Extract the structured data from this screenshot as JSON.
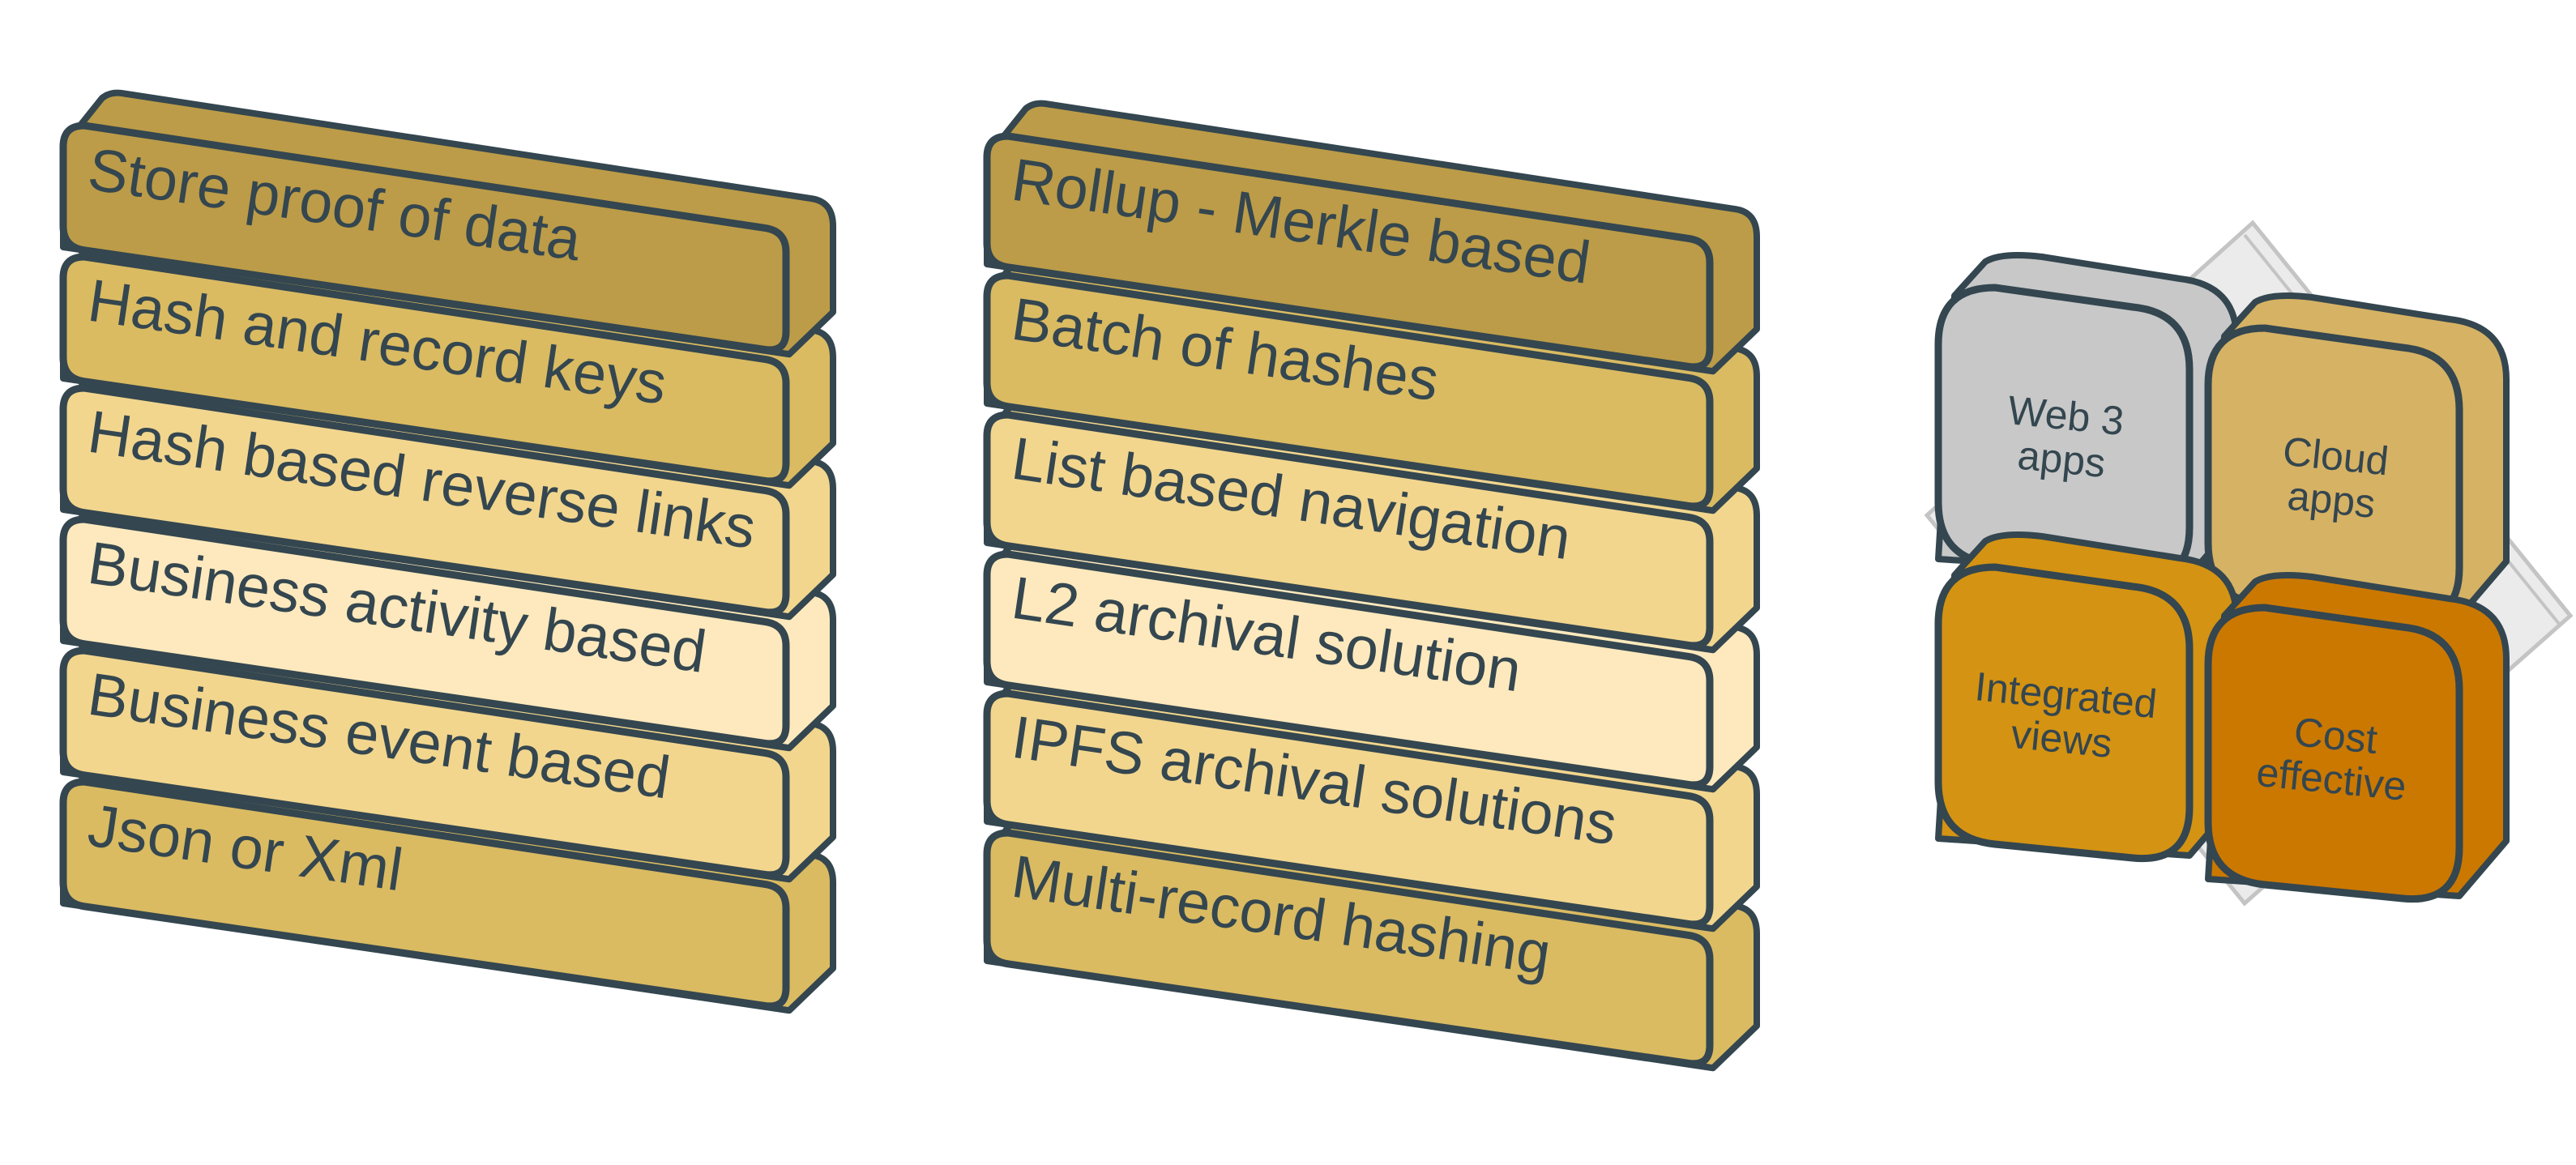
{
  "diagram": {
    "stacks": [
      {
        "name": "data-proof-stack",
        "layers": [
          {
            "label": "Store proof of data",
            "color": "#bc9c48"
          },
          {
            "label": "Hash and record keys",
            "color": "#dabb62"
          },
          {
            "label": "Hash based reverse links",
            "color": "#f2d68e"
          },
          {
            "label": "Business activity based",
            "color": "#fde9bd"
          },
          {
            "label": "Business event based",
            "color": "#f2d68e"
          },
          {
            "label": "Json or Xml",
            "color": "#dabb62"
          }
        ]
      },
      {
        "name": "rollup-stack",
        "layers": [
          {
            "label": "Rollup - Merkle based",
            "color": "#bc9c48"
          },
          {
            "label": "Batch of hashes",
            "color": "#dabb62"
          },
          {
            "label": "List based navigation",
            "color": "#f2d68e"
          },
          {
            "label": "L2 archival solution",
            "color": "#fde9bd"
          },
          {
            "label": "IPFS archival solutions",
            "color": "#f2d68e"
          },
          {
            "label": "Multi-record hashing",
            "color": "#dabb62"
          }
        ]
      }
    ],
    "grid": {
      "tiles": [
        {
          "line1": "Web 3",
          "line2": "apps",
          "color": "#c8c8c8"
        },
        {
          "line1": "Cloud",
          "line2": "apps",
          "color": "#d6b264"
        },
        {
          "line1": "Integrated",
          "line2": "views",
          "color": "#d49312"
        },
        {
          "line1": "Cost",
          "line2": "effective",
          "color": "#cb7800"
        }
      ],
      "backdrop_color": "#ebebeb"
    },
    "outline_color": "#34464f"
  }
}
